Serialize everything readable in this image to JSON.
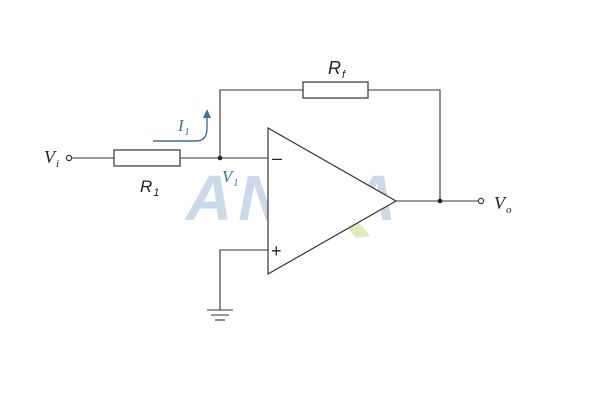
{
  "diagram": {
    "labels": {
      "vi": {
        "main": "V",
        "sub": "i"
      },
      "vo": {
        "main": "V",
        "sub": "o"
      },
      "r1": {
        "main": "R",
        "sub": "1"
      },
      "rf": {
        "main": "R",
        "sub": "f"
      },
      "i1": {
        "main": "I",
        "sub": "1"
      },
      "v1": {
        "main": "V",
        "sub": "1"
      },
      "minus": "–",
      "plus": "+"
    },
    "watermark": {
      "text": "ANMA"
    },
    "colors": {
      "wire": "#333333",
      "current_arrow": "#3f6f9f",
      "watermark_blue": "#c9d8ea",
      "watermark_green": "#d9ebb4"
    }
  }
}
